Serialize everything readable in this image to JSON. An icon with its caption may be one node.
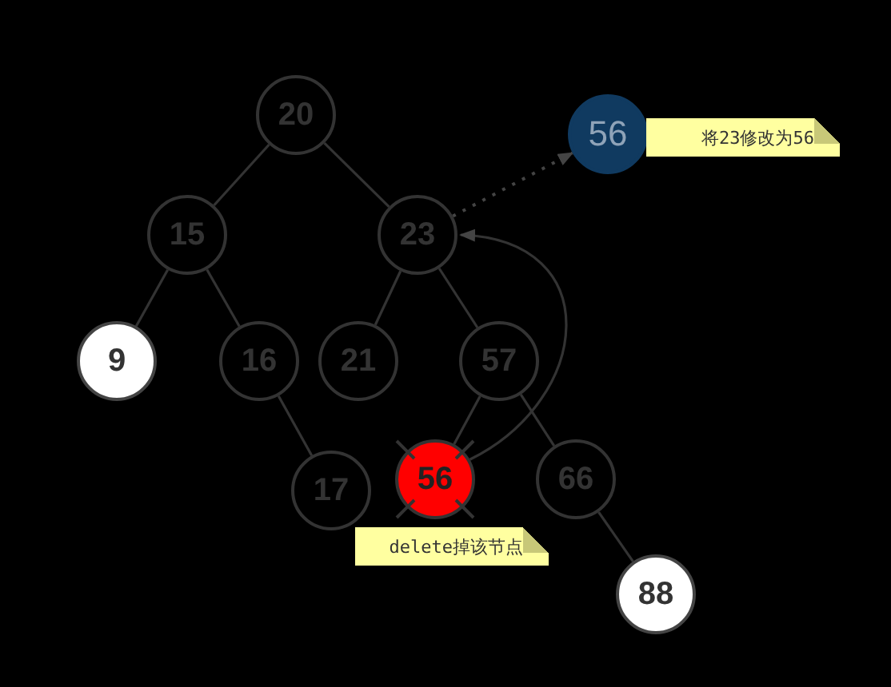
{
  "diagram": {
    "nodes": [
      {
        "text": [
          "20"
        ]
      },
      {
        "text": [
          "15"
        ]
      },
      {
        "text": [
          "23"
        ]
      },
      {
        "text": [
          "9"
        ]
      },
      {
        "text": [
          "16"
        ]
      },
      {
        "text": [
          "21"
        ]
      },
      {
        "text": [
          "57"
        ]
      },
      {
        "text": [
          "17"
        ]
      },
      {
        "text": [
          "56"
        ]
      },
      {
        "text": [
          "66"
        ]
      },
      {
        "text": [
          "88"
        ]
      },
      {
        "text": [
          "56"
        ]
      },
      {
        "text": [
          "将23修改为56"
        ]
      },
      {
        "text": [
          "delete掉该节点"
        ]
      }
    ],
    "edges": [
      {
        "from": 0,
        "to": 1,
        "arrow": "none"
      },
      {
        "from": 0,
        "to": 2,
        "arrow": "none"
      },
      {
        "from": 1,
        "to": 3,
        "arrow": "none"
      },
      {
        "from": 1,
        "to": 4,
        "arrow": "none"
      },
      {
        "from": 2,
        "to": 5,
        "arrow": "none"
      },
      {
        "from": 2,
        "to": 6,
        "arrow": "none"
      },
      {
        "from": 4,
        "to": 7,
        "arrow": "none"
      },
      {
        "from": 6,
        "to": 8,
        "arrow": "none"
      },
      {
        "from": 6,
        "to": 9,
        "arrow": "none"
      },
      {
        "from": 9,
        "to": 10,
        "arrow": "none"
      },
      {
        "from": 2,
        "to": 11,
        "arrow": "to",
        "style": "dashed"
      },
      {
        "from": 8,
        "to": 2,
        "arrow": "to"
      }
    ]
  }
}
